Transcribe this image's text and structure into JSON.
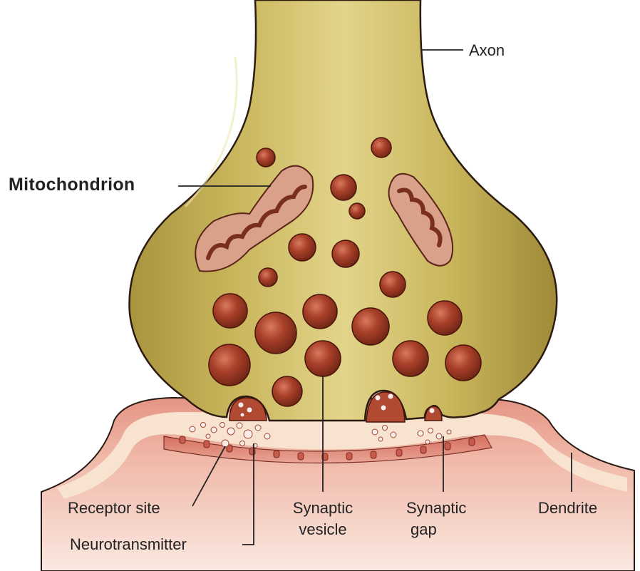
{
  "labels": {
    "axon": "Axon",
    "mitochondrion": "Mitochondrion",
    "receptor_site": "Receptor site",
    "neurotransmitter": "Neurotransmitter",
    "synaptic_vesicle_1": "Synaptic",
    "synaptic_vesicle_2": "vesicle",
    "synaptic_gap_1": "Synaptic",
    "synaptic_gap_2": "gap",
    "dendrite": "Dendrite"
  },
  "colors": {
    "axon_fill": "#c8b45a",
    "axon_highlight": "#ece3a8",
    "vesicle_fill": "#9a3a24",
    "mitochondrion_fill": "#d9a08a",
    "cleft_fill": "#f6e4cf",
    "dendrite_fill": "#e49e90",
    "dendrite_deep": "#c96a5e"
  }
}
